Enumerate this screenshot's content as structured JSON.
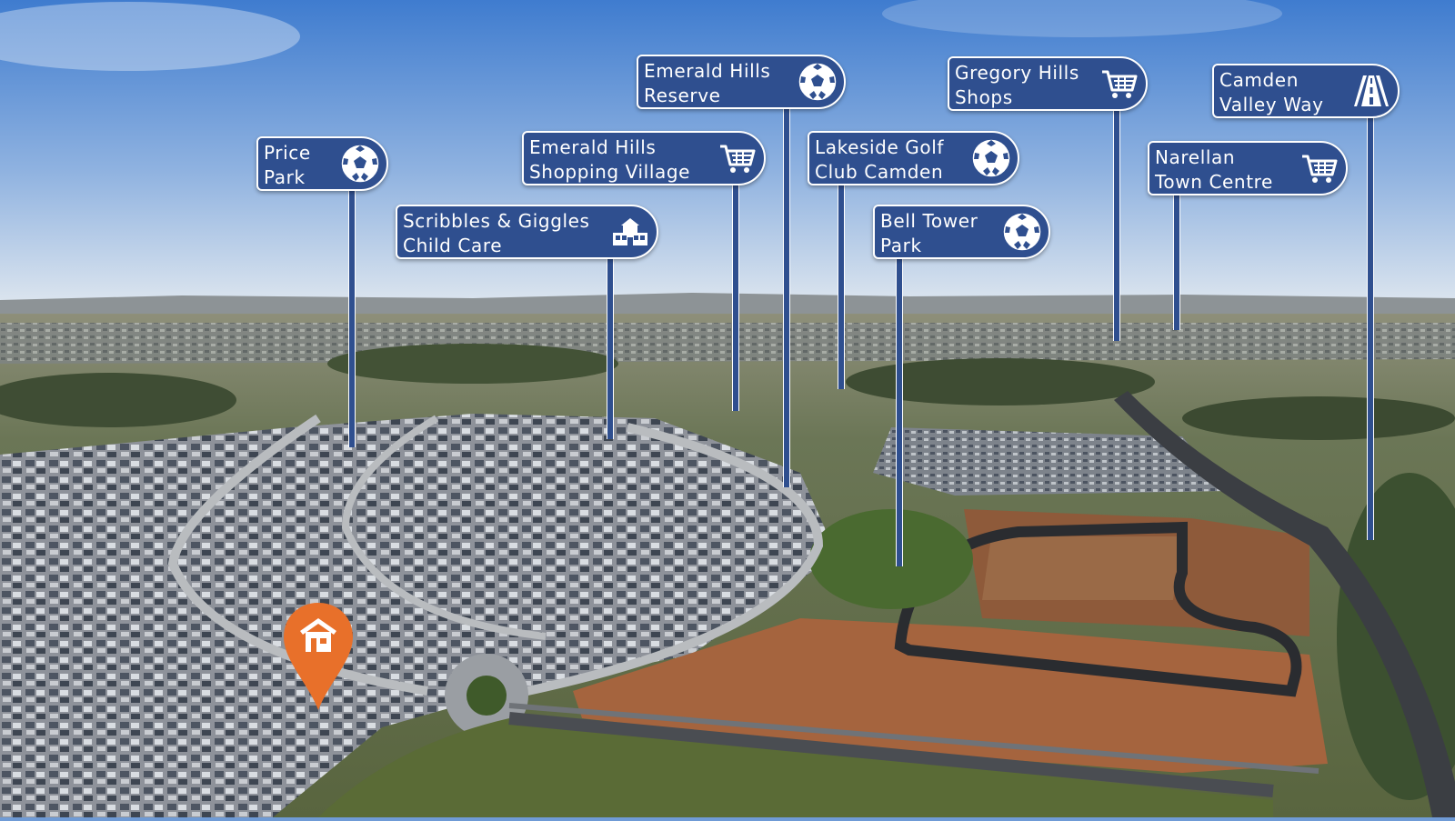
{
  "points_of_interest": [
    {
      "id": "price-park",
      "line1": "Price",
      "line2": "Park",
      "icon": "soccer-ball-icon"
    },
    {
      "id": "scribbles-giggles",
      "line1": "Scribbles & Giggles",
      "line2": "Child Care",
      "icon": "school-building-icon"
    },
    {
      "id": "emerald-hills-shopping",
      "line1": "Emerald Hills",
      "line2": "Shopping Village",
      "icon": "shopping-cart-icon"
    },
    {
      "id": "emerald-hills-reserve",
      "line1": "Emerald Hills",
      "line2": "Reserve",
      "icon": "soccer-ball-icon"
    },
    {
      "id": "lakeside-golf",
      "line1": "Lakeside Golf",
      "line2": "Club Camden",
      "icon": "soccer-ball-icon"
    },
    {
      "id": "bell-tower-park",
      "line1": "Bell Tower",
      "line2": "Park",
      "icon": "soccer-ball-icon"
    },
    {
      "id": "gregory-hills-shops",
      "line1": "Gregory Hills",
      "line2": "Shops",
      "icon": "shopping-cart-icon"
    },
    {
      "id": "narellan-town-centre",
      "line1": "Narellan",
      "line2": "Town Centre",
      "icon": "shopping-cart-icon"
    },
    {
      "id": "camden-valley-way",
      "line1": "Camden",
      "line2": "Valley Way",
      "icon": "highway-road-icon"
    }
  ],
  "home_marker": {
    "icon": "home-icon"
  },
  "colors": {
    "sign_fill": "#2f4f8f",
    "sign_border": "#ffffff",
    "pin_orange": "#e8702a",
    "sky_top": "#4d86d4",
    "sky_horizon": "#d6e2ee",
    "ground": "#8d8a63"
  }
}
